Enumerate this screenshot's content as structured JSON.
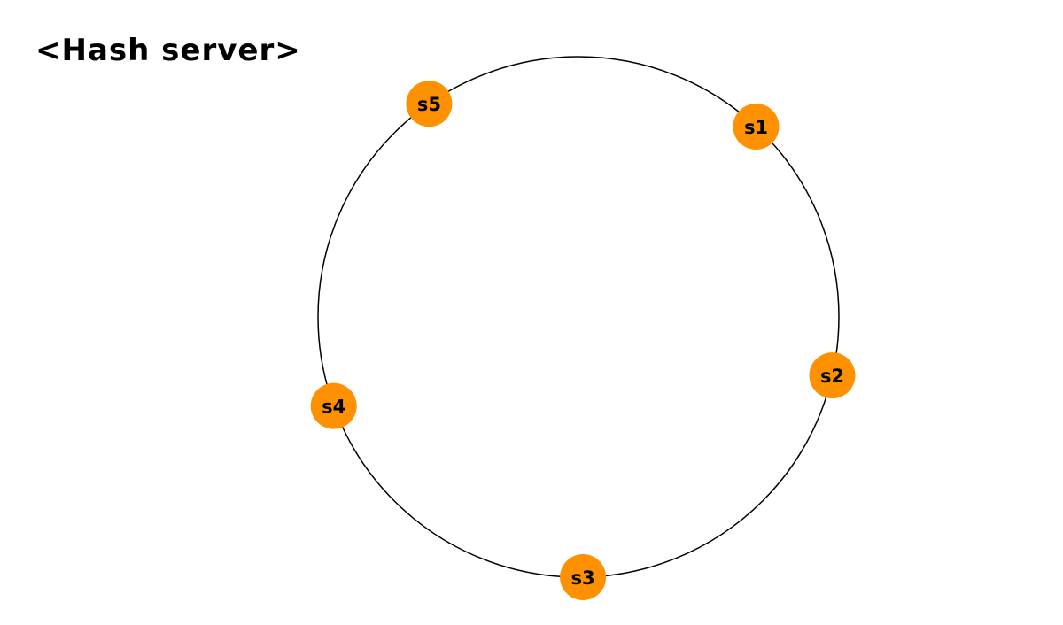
{
  "diagram": {
    "title": "<Hash server>",
    "ring": {
      "stroke_color": "#000000"
    },
    "node_color": "#FF9000",
    "nodes": [
      {
        "id": "s1",
        "label": "s1",
        "angle_deg": -47
      },
      {
        "id": "s2",
        "label": "s2",
        "angle_deg": 13
      },
      {
        "id": "s3",
        "label": "s3",
        "angle_deg": 89
      },
      {
        "id": "s4",
        "label": "s4",
        "angle_deg": 160
      },
      {
        "id": "s5",
        "label": "s5",
        "angle_deg": -125
      }
    ]
  }
}
